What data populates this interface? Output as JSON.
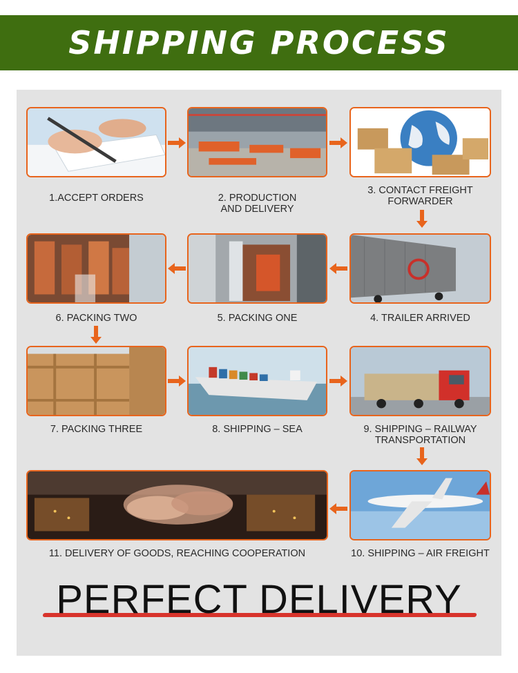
{
  "header": {
    "title": "SHIPPING PROCESS"
  },
  "steps": [
    {
      "caption": "1.ACCEPT ORDERS",
      "image": "signing-contract"
    },
    {
      "caption": "2. PRODUCTION\nAND DELIVERY",
      "image": "factory-floor"
    },
    {
      "caption": "3. CONTACT FREIGHT\nFORWARDER",
      "image": "globe-boxes"
    },
    {
      "caption": "4. TRAILER ARRIVED",
      "image": "container-trailer"
    },
    {
      "caption": "5. PACKING ONE",
      "image": "lift-in-container"
    },
    {
      "caption": "6. PACKING TWO",
      "image": "wrapped-machines"
    },
    {
      "caption": "7. PACKING THREE",
      "image": "wooden-crates"
    },
    {
      "caption": "8. SHIPPING – SEA",
      "image": "cargo-ship"
    },
    {
      "caption": "9. SHIPPING – RAILWAY\nTRANSPORTATION",
      "image": "red-truck"
    },
    {
      "caption": "10. SHIPPING – AIR FREIGHT",
      "image": "airplane"
    },
    {
      "caption": "11. DELIVERY OF GOODS, REACHING COOPERATION",
      "image": "handshake-city"
    }
  ],
  "footer": {
    "text": "PERFECT DELIVERY"
  },
  "colors": {
    "banner": "#3f6e10",
    "accent": "#e8641c",
    "panel": "#e3e3e3",
    "underline": "#d8342c"
  }
}
